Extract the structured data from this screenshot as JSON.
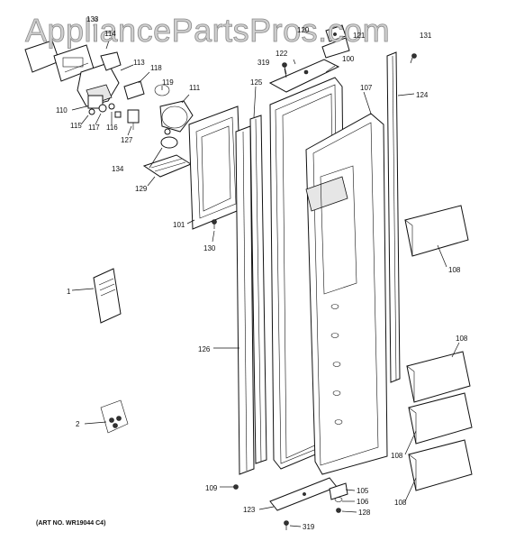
{
  "watermark": "AppliancePartsPros.com",
  "art_number": "(ART NO. WR19044 C4)",
  "callouts": [
    "133",
    "114",
    "113",
    "118",
    "119",
    "110",
    "115",
    "117",
    "116",
    "127",
    "111",
    "134",
    "129",
    "101",
    "130",
    "125",
    "122",
    "319",
    "120",
    "121",
    "100",
    "107",
    "131",
    "124",
    "1",
    "126",
    "108",
    "108",
    "108",
    "108",
    "2",
    "109",
    "123",
    "105",
    "106",
    "128",
    "319"
  ]
}
